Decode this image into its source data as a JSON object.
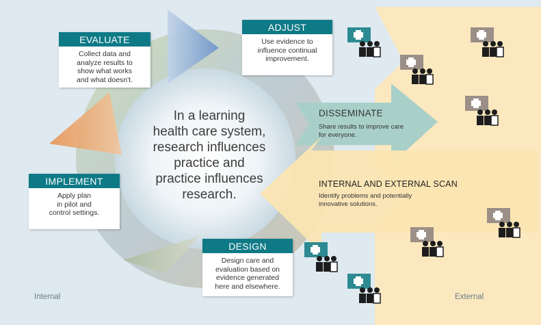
{
  "colors": {
    "internal_bg": "#e4ecf2",
    "external_bg": "#fbe9c1",
    "teal_header": "#0e7a86",
    "disseminate_arrow": "#a9d0c8",
    "scan_arrow": "#fbe7b7"
  },
  "center": {
    "lines": [
      "In a learning",
      "health care system,",
      "research influences",
      "practice and",
      "practice influences",
      "research."
    ]
  },
  "boxes": {
    "evaluate": {
      "title": "EVALUATE",
      "lines": [
        "Collect data and",
        "analyze results to",
        "show what works",
        "and what doesn't."
      ]
    },
    "adjust": {
      "title": "ADJUST",
      "lines": [
        "Use evidence to",
        "influence continual",
        "improvement."
      ]
    },
    "implement": {
      "title": "IMPLEMENT",
      "lines": [
        "Apply plan",
        "in pilot and",
        "control settings."
      ]
    },
    "design": {
      "title": "DESIGN",
      "lines": [
        "Design care and",
        "evaluation based on",
        "evidence generated",
        "here and elsewhere."
      ]
    }
  },
  "disseminate": {
    "title": "DISSEMINATE",
    "lines": [
      "Share results to improve care",
      "for everyone."
    ]
  },
  "scan": {
    "title": "INTERNAL AND EXTERNAL SCAN",
    "lines": [
      "Identify problems and potentially",
      "innovative solutions."
    ]
  },
  "labels": {
    "internal": "Internal",
    "external": "External"
  },
  "icons": [
    "hospital-team-icon"
  ]
}
